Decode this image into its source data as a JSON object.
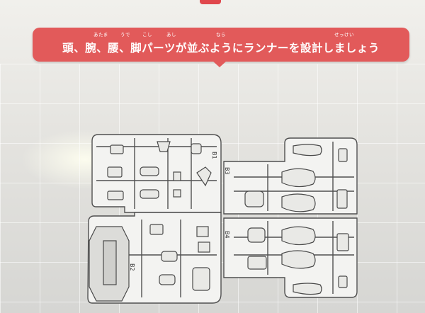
{
  "instruction": {
    "text": "頭、腕、腰、脚パーツが並ぶようにランナーを設計しましょう",
    "furigana": {
      "head": "あたま",
      "arm": "うで",
      "waist": "こし",
      "leg": "あし",
      "line_up": "なら",
      "design": "せっけい"
    }
  },
  "runner_labels": {
    "b1": "B1",
    "b2": "B2",
    "b3": "B3",
    "b4": "B4"
  },
  "colors": {
    "banner": "#e25a5a",
    "frame": "#f3f3f1",
    "frame_stroke": "#505050",
    "background": "#e4e3df"
  }
}
